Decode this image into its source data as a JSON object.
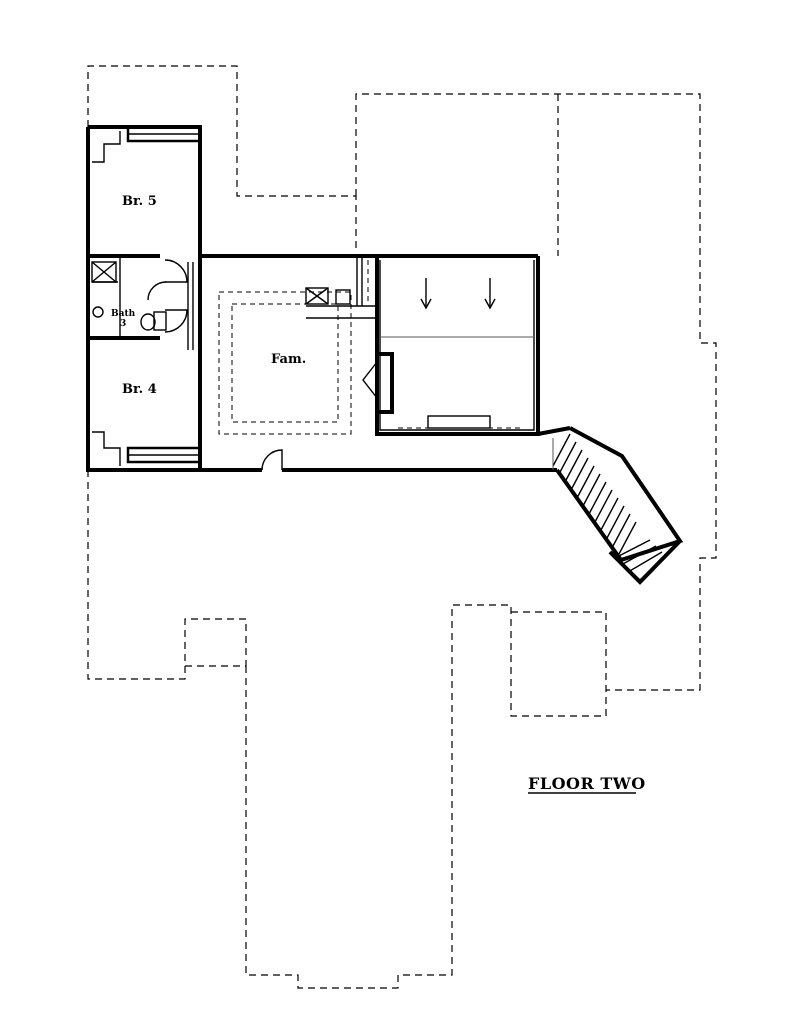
{
  "drawing": {
    "title": "FLOOR TWO"
  },
  "rooms": {
    "br5": "Br. 5",
    "br4": "Br. 4",
    "bath_name": "Bath",
    "bath_number": "3",
    "family": "Fam."
  }
}
